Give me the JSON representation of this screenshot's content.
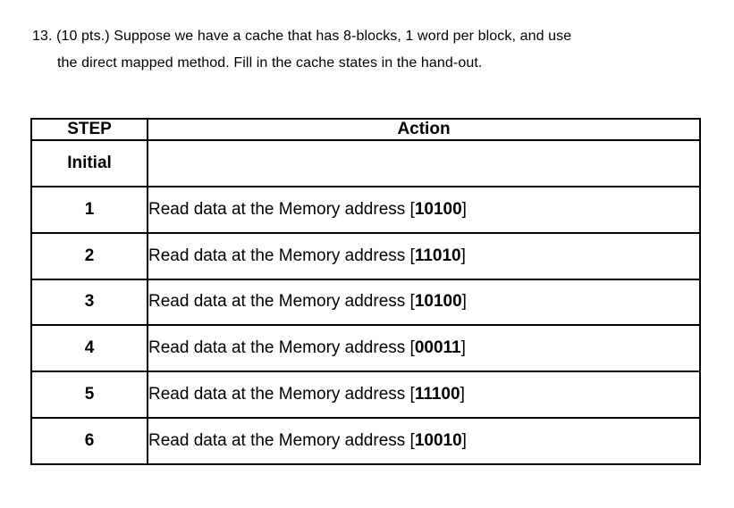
{
  "page": {
    "background_color": "#ffffff",
    "text_color": "#000000",
    "border_color": "#000000"
  },
  "question": {
    "line1": "13. (10 pts.) Suppose we have a cache that has 8-blocks, 1 word per block, and use",
    "line2": "the direct mapped method. Fill in the cache states in the hand-out."
  },
  "table": {
    "headers": [
      "STEP",
      "Action"
    ],
    "rows": [
      {
        "step": "Initial",
        "action_prefix": "",
        "address": "",
        "action_suffix": ""
      },
      {
        "step": "1",
        "action_prefix": "Read data at the Memory address [",
        "address": "10100",
        "action_suffix": "]"
      },
      {
        "step": "2",
        "action_prefix": "Read data at the Memory address [",
        "address": "11010",
        "action_suffix": "]"
      },
      {
        "step": "3",
        "action_prefix": "Read data at the Memory address [",
        "address": "10100",
        "action_suffix": "]"
      },
      {
        "step": "4",
        "action_prefix": "Read data at the Memory address [",
        "address": "00011",
        "action_suffix": "]"
      },
      {
        "step": "5",
        "action_prefix": "Read data at the Memory address [",
        "address": "11100",
        "action_suffix": "]"
      },
      {
        "step": "6",
        "action_prefix": "Read data at the Memory address [",
        "address": "10010",
        "action_suffix": "]"
      }
    ]
  }
}
